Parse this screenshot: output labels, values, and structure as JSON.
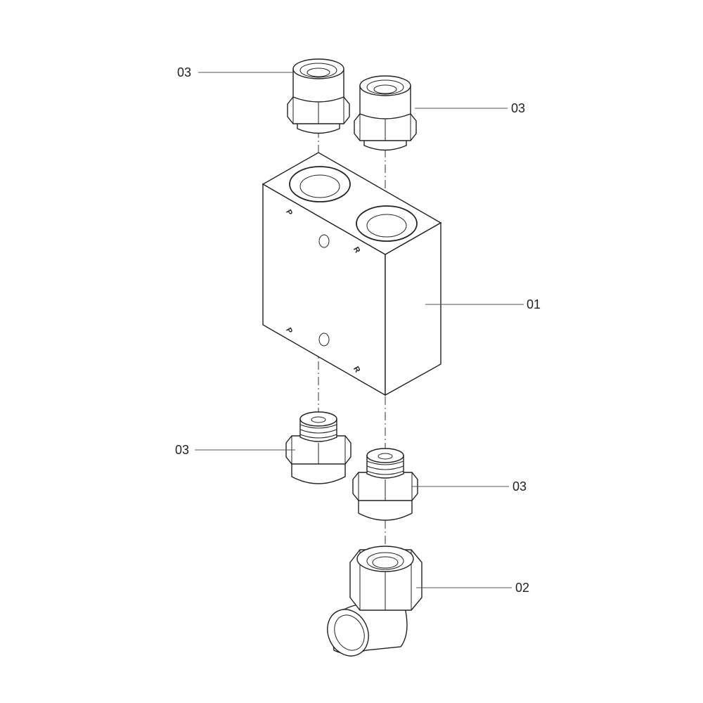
{
  "callouts": [
    {
      "id": "top-left-fitting",
      "label": "03"
    },
    {
      "id": "top-right-fitting",
      "label": "03"
    },
    {
      "id": "block",
      "label": "01"
    },
    {
      "id": "bottom-left-fitting",
      "label": "03"
    },
    {
      "id": "bottom-right-fitting",
      "label": "03"
    },
    {
      "id": "elbow",
      "label": "02"
    }
  ],
  "port_marks": {
    "p": "P",
    "r": "R"
  }
}
